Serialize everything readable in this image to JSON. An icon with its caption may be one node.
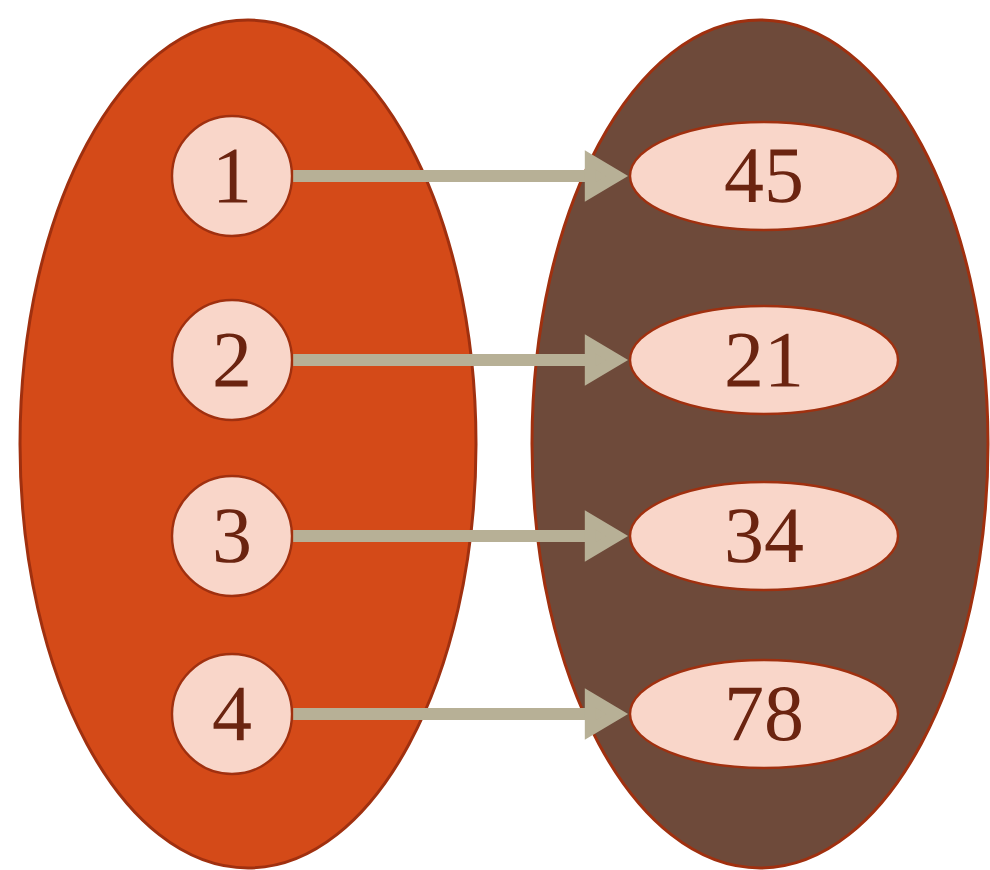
{
  "diagram": {
    "nodes": [
      {
        "text": [],
        "shape": "ellipse"
      },
      {
        "text": [
          "1"
        ],
        "in": 0
      },
      {
        "text": [
          "2"
        ],
        "in": 0
      },
      {
        "text": [
          "3"
        ],
        "in": 0
      },
      {
        "text": [
          "4"
        ],
        "in": 0
      },
      {
        "text": [],
        "shape": "ellipse"
      },
      {
        "text": [
          "45"
        ],
        "in": 5
      },
      {
        "text": [
          "21"
        ],
        "in": 5
      },
      {
        "text": [
          "34"
        ],
        "in": 5
      },
      {
        "text": [
          "78"
        ],
        "in": 5
      }
    ],
    "edges": [
      {
        "from": 1,
        "to": 6,
        "arrow": "to"
      },
      {
        "from": 2,
        "to": 7,
        "arrow": "to"
      },
      {
        "from": 3,
        "to": 8,
        "arrow": "to"
      },
      {
        "from": 4,
        "to": 9,
        "arrow": "to"
      }
    ]
  }
}
